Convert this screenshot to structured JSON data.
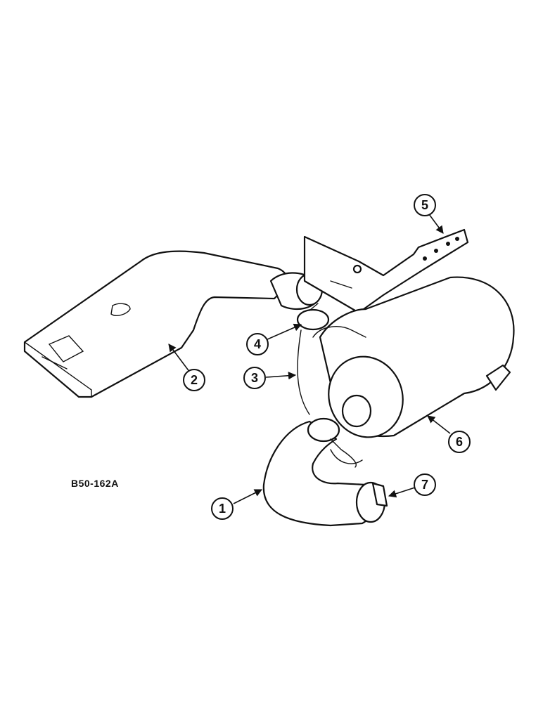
{
  "drawing": {
    "reference_code": "B50-162A",
    "callouts": [
      {
        "id": "1",
        "label": "1"
      },
      {
        "id": "2",
        "label": "2"
      },
      {
        "id": "3",
        "label": "3"
      },
      {
        "id": "4",
        "label": "4"
      },
      {
        "id": "5",
        "label": "5"
      },
      {
        "id": "6",
        "label": "6"
      },
      {
        "id": "7",
        "label": "7"
      }
    ]
  }
}
